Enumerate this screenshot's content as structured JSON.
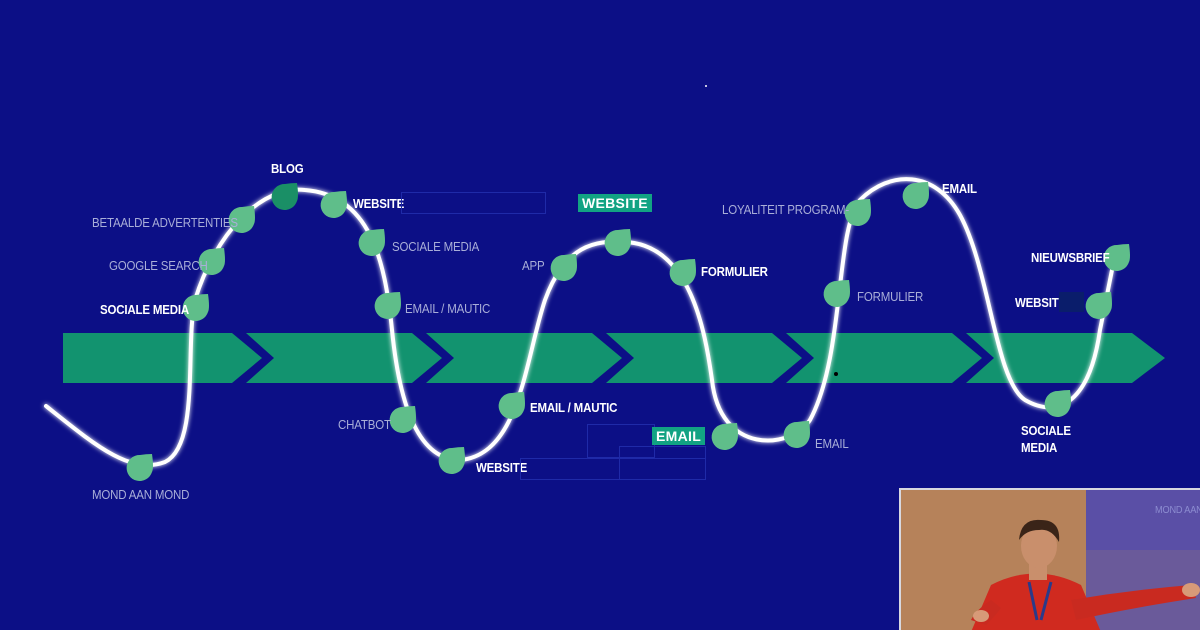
{
  "colors": {
    "background": "#0c0f86",
    "arrow": "#12936f",
    "drop": "#5fbe8a",
    "drop_dark": "#1a8f66",
    "curve": "#ffffff",
    "label_dim": "#a9aed8",
    "label_bright": "#ffffff",
    "tag": "#12a383"
  },
  "labels": {
    "mond_aan_mond": "MOND AAN MOND",
    "sociale_media_1": "SOCIALE MEDIA",
    "google_search": "GOOGLE SEARCH",
    "betaalde_advertenties": "BETAALDE ADVERTENTIES",
    "blog": "BLOG",
    "website_1": "WEBSITE",
    "sociale_media_2": "SOCIALE MEDIA",
    "email_mautic_1": "EMAIL / MAUTIC",
    "chatbot": "CHATBOT",
    "website_2": "WEBSITE",
    "email_mautic_2": "EMAIL / MAUTIC",
    "app": "APP",
    "formulier_1": "FORMULIER",
    "email_1": "EMAIL",
    "formulier_2": "FORMULIER",
    "loyaliteit": "LOYALITEIT PROGRAM-",
    "email_2": "EMAIL",
    "sociale_media_3_line1": "SOCIALE",
    "sociale_media_3_line2": "MEDIA",
    "website_3": "WEBSITE",
    "nieuwsbrief": "NIEUWSBRIEF"
  },
  "tags": {
    "website": "WEBSITE",
    "email": "EMAIL"
  },
  "webcam": {
    "overlay_text": "MOND AAN MOND"
  }
}
